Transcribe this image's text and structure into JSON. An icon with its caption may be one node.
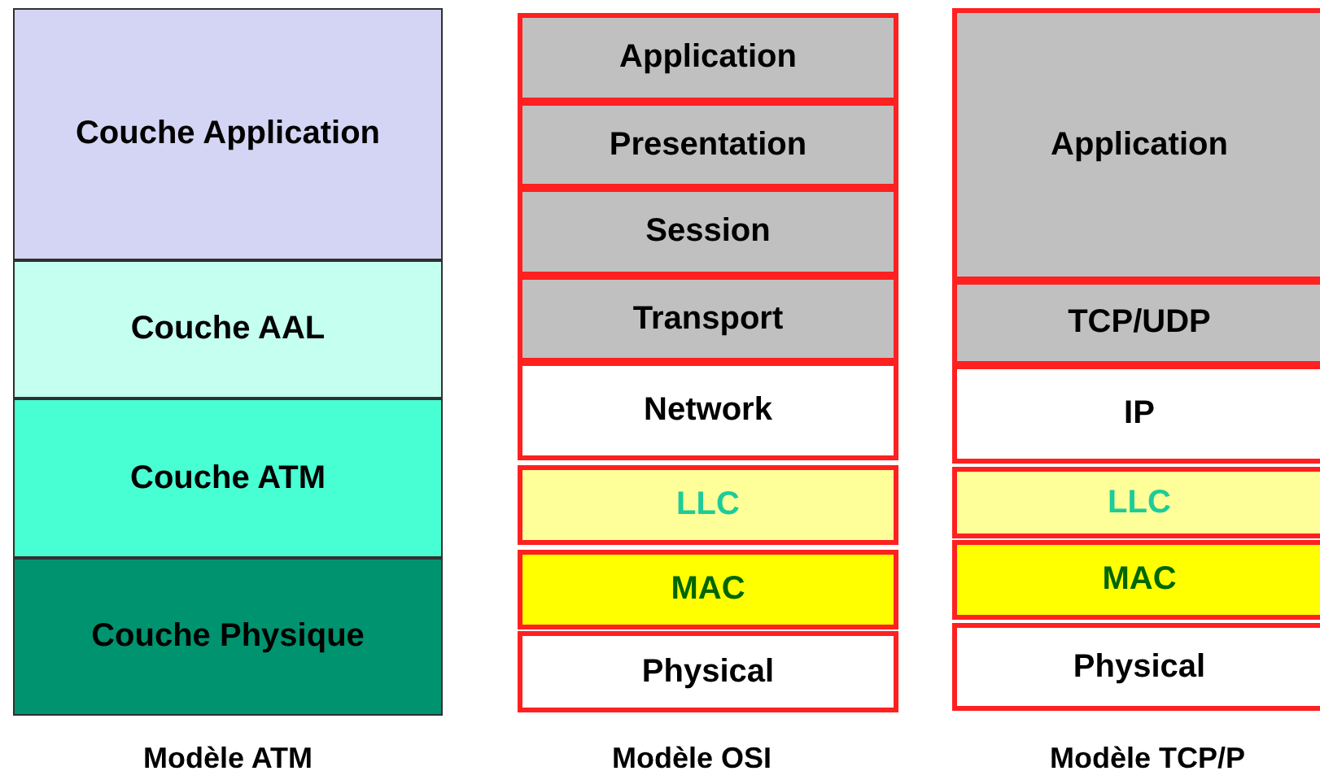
{
  "diagram": {
    "nodes": [
      {
        "text": [
          "Couche Application"
        ]
      },
      {
        "text": [
          "Couche AAL"
        ]
      },
      {
        "text": [
          "Couche ATM"
        ]
      },
      {
        "text": [
          "Couche Physique"
        ]
      },
      {
        "text": [
          "Application"
        ]
      },
      {
        "text": [
          "Presentation"
        ]
      },
      {
        "text": [
          "Session"
        ]
      },
      {
        "text": [
          "Transport"
        ]
      },
      {
        "text": [
          "Network"
        ]
      },
      {
        "text": [
          "LLC"
        ]
      },
      {
        "text": [
          "MAC"
        ]
      },
      {
        "text": [
          "Physical"
        ]
      },
      {
        "text": [
          "Application"
        ]
      },
      {
        "text": [
          "TCP/UDP"
        ]
      },
      {
        "text": [
          "IP"
        ]
      },
      {
        "text": [
          "LLC"
        ]
      },
      {
        "text": [
          "MAC"
        ]
      },
      {
        "text": [
          "Physical"
        ]
      }
    ],
    "labels": [
      "Modèle ATM",
      "Modèle OSI",
      "Modèle TCP/P"
    ]
  }
}
